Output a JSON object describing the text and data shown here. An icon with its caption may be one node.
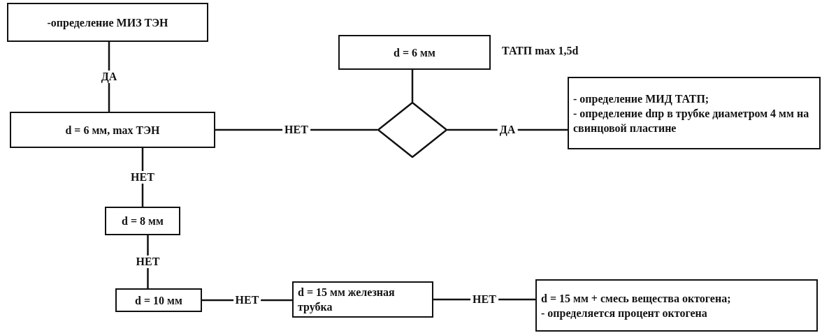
{
  "diagram": {
    "nodes": [
      {
        "text": [
          "-определение МИЗ ТЭН"
        ]
      },
      {
        "text": [
          "d = 6 мм"
        ],
        "beside": [
          "ТАТП max 1,5d"
        ]
      },
      {
        "text": [
          "d = 6 мм,  max ТЭН"
        ]
      },
      {
        "text": [],
        "shape": "diamond"
      },
      {
        "text": [
          "- определение МИД ТАТП;",
          "- определение dпр в трубке диаметром 4 мм на свинцовой пластине"
        ]
      },
      {
        "text": [
          "d = 8 мм"
        ]
      },
      {
        "text": [
          "d = 10 мм"
        ]
      },
      {
        "text": [
          "d = 15 мм железная трубка"
        ]
      },
      {
        "text": [
          "d = 15 мм + смесь вещества октогена;",
          "- определяется процент октогена"
        ]
      }
    ],
    "edges": [
      {
        "from": 0,
        "to": 2,
        "arrow": "none",
        "label": "ДА"
      },
      {
        "from": 2,
        "to": 3,
        "arrow": "none",
        "label": "НЕТ"
      },
      {
        "from": 1,
        "to": 3,
        "arrow": "none"
      },
      {
        "from": 3,
        "to": 4,
        "arrow": "none",
        "label": "ДА"
      },
      {
        "from": 2,
        "to": 5,
        "arrow": "none",
        "label": "НЕТ"
      },
      {
        "from": 5,
        "to": 6,
        "arrow": "none",
        "label": "НЕТ"
      },
      {
        "from": 6,
        "to": 7,
        "arrow": "none",
        "label": "НЕТ"
      },
      {
        "from": 7,
        "to": 8,
        "arrow": "none",
        "label": "НЕТ"
      }
    ]
  }
}
